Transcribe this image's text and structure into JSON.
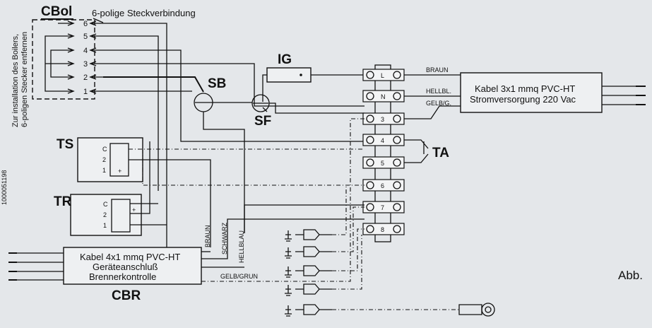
{
  "labels": {
    "cbol": "CBol",
    "cbol_note_line1": "Zur installation des Boilers,",
    "cbol_note_line2": "6-poligen Stecker entfernen",
    "connector_title": "6-polige Steckverbindung",
    "connector_pins": [
      "6",
      "5",
      "4",
      "3",
      "2",
      "1"
    ],
    "ig": "IG",
    "sb": "SB",
    "sf": "SF",
    "ts": "TS",
    "tr": "TR",
    "ta": "TA",
    "cbr": "CBR",
    "abb": "Abb.",
    "side_code": "1000051198",
    "ts_pins": [
      "C",
      "2",
      "1"
    ],
    "ts_plus": "+",
    "tr_pins": [
      "C",
      "2",
      "1"
    ],
    "tr_plus": "+",
    "terminals": [
      "L",
      "N",
      "3",
      "4",
      "5",
      "6",
      "7",
      "8"
    ],
    "wire_braun_top": "BRAUN",
    "wire_hellbl_top": "HELLBL.",
    "wire_gelbg_top": "GELB/G.",
    "wire_braun_v": "BRAUN",
    "wire_schwarz_v": "SCHWARZ",
    "wire_hellblau_v": "HELLBLAU",
    "wire_gelbgrun": "GELB/GRUN",
    "power_cable_line1": "Kabel 3x1 mmq PVC-HT",
    "power_cable_line2": "Stromversorgung 220 Vac",
    "device_cable_line1": "Kabel 4x1 mmq PVC-HT",
    "device_cable_line2": "Geräteanschluß",
    "device_cable_line3": "Brennerkontrolle"
  }
}
